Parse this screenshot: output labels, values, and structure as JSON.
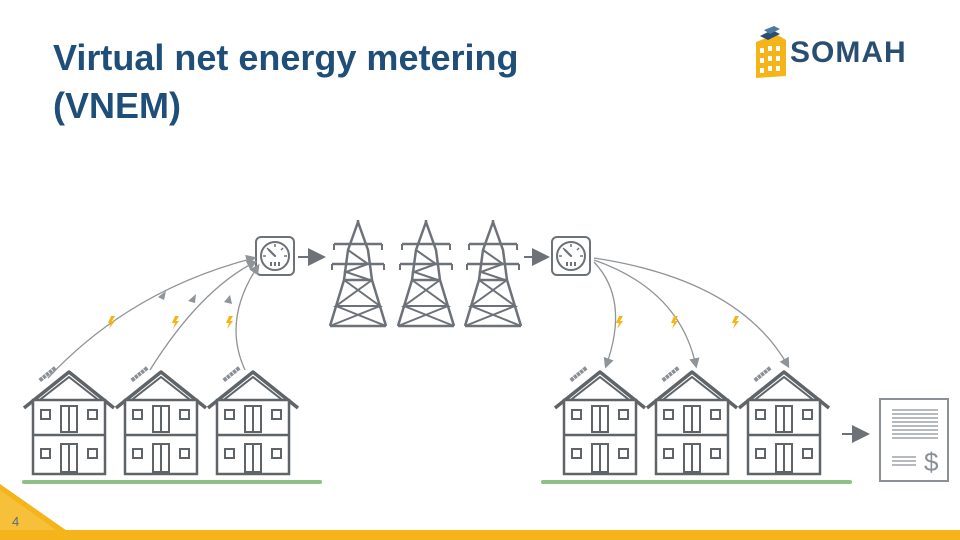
{
  "slide": {
    "title_line1": "Virtual net energy metering",
    "title_line2": "(VNEM)",
    "page_number": "4"
  },
  "logo": {
    "text": "SOMAH",
    "icon": "somah-building-sun-icon"
  },
  "colors": {
    "title": "#1f4e79",
    "accent": "#f4b41a",
    "line": "#6d7278",
    "ground": "#8cc084",
    "arrow": "#8f9499"
  }
}
